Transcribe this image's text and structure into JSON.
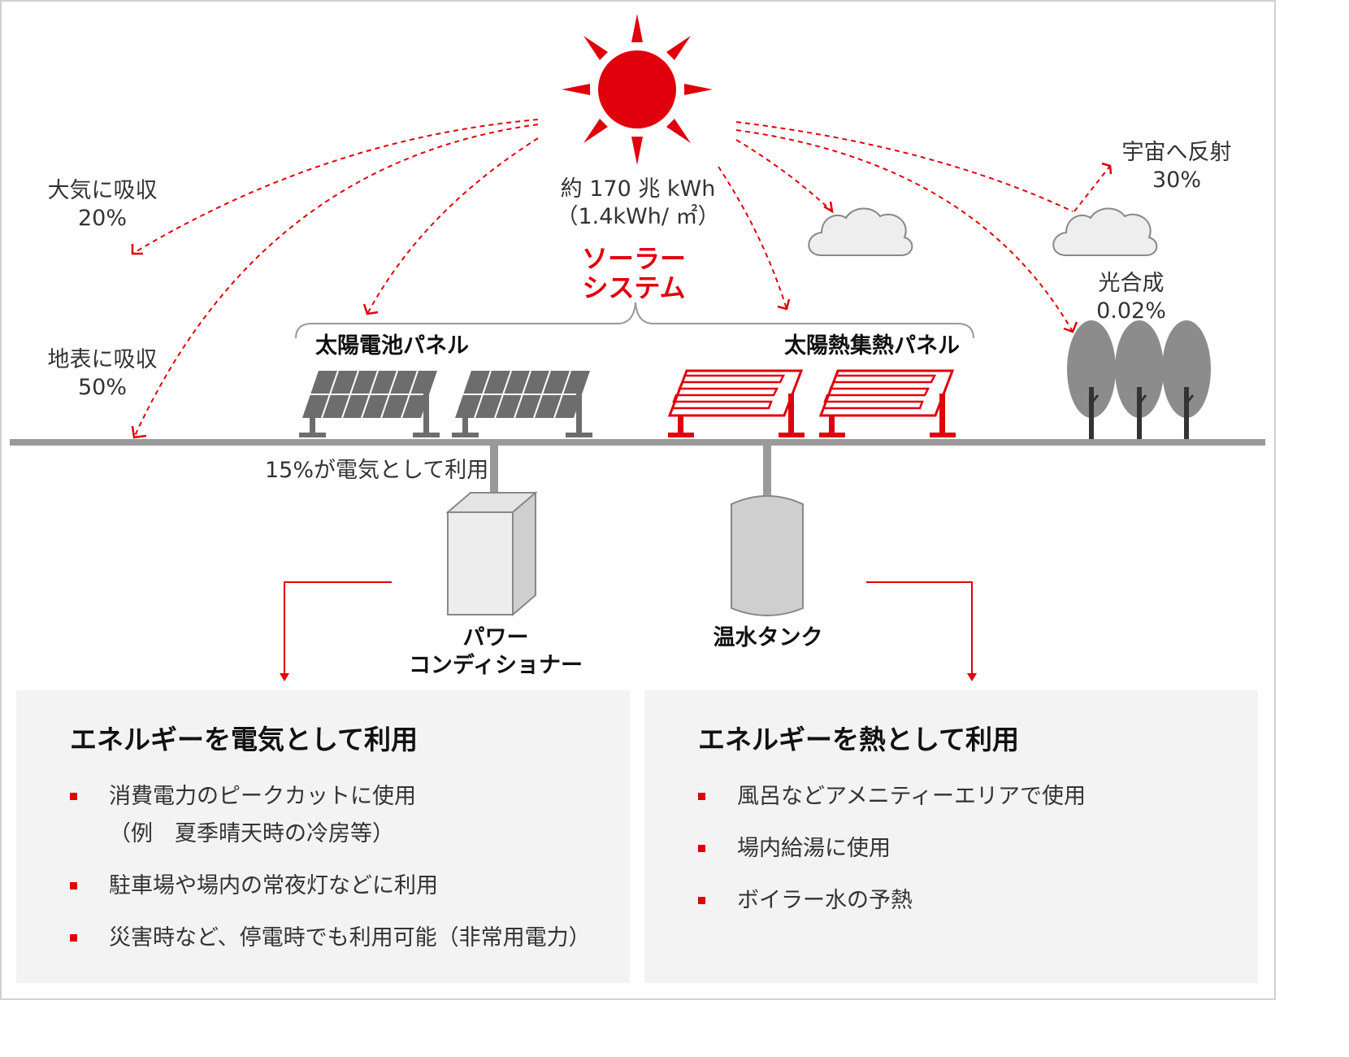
{
  "colors": {
    "accent": "#e0000b",
    "gray": "#6d6d6d",
    "ground": "#9a9a9a",
    "box_bg": "#f3f3f3"
  },
  "sun": {
    "energy_line1": "約 170 兆 kWh",
    "energy_line2": "（1.4kWh/ ㎡）"
  },
  "system_title": {
    "line1": "ソーラー",
    "line2": "システム"
  },
  "flows": {
    "atmosphere": {
      "label": "大気に吸収",
      "value": "20%"
    },
    "ground": {
      "label": "地表に吸収",
      "value": "50%"
    },
    "space": {
      "label": "宇宙へ反射",
      "value": "30%"
    },
    "photosynthesis": {
      "label": "光合成",
      "value": "0.02%"
    }
  },
  "panels": {
    "pv_label": "太陽電池パネル",
    "thermal_label": "太陽熱集熱パネル"
  },
  "electricity_note": "15%が電気として利用",
  "equipment": {
    "power_conditioner_line1": "パワー",
    "power_conditioner_line2": "コンディショナー",
    "hot_water_tank": "温水タンク"
  },
  "box_electric": {
    "title": "エネルギーを電気として利用",
    "items": [
      {
        "text": "消費電力のピークカットに使用",
        "sub": "（例　夏季晴天時の冷房等）"
      },
      {
        "text": "駐車場や場内の常夜灯などに利用"
      },
      {
        "text": "災害時など、停電時でも利用可能（非常用電力）"
      }
    ]
  },
  "box_heat": {
    "title": "エネルギーを熱として利用",
    "items": [
      {
        "text": "風呂などアメニティーエリアで使用"
      },
      {
        "text": "場内給湯に使用"
      },
      {
        "text": "ボイラー水の予熱"
      }
    ]
  }
}
